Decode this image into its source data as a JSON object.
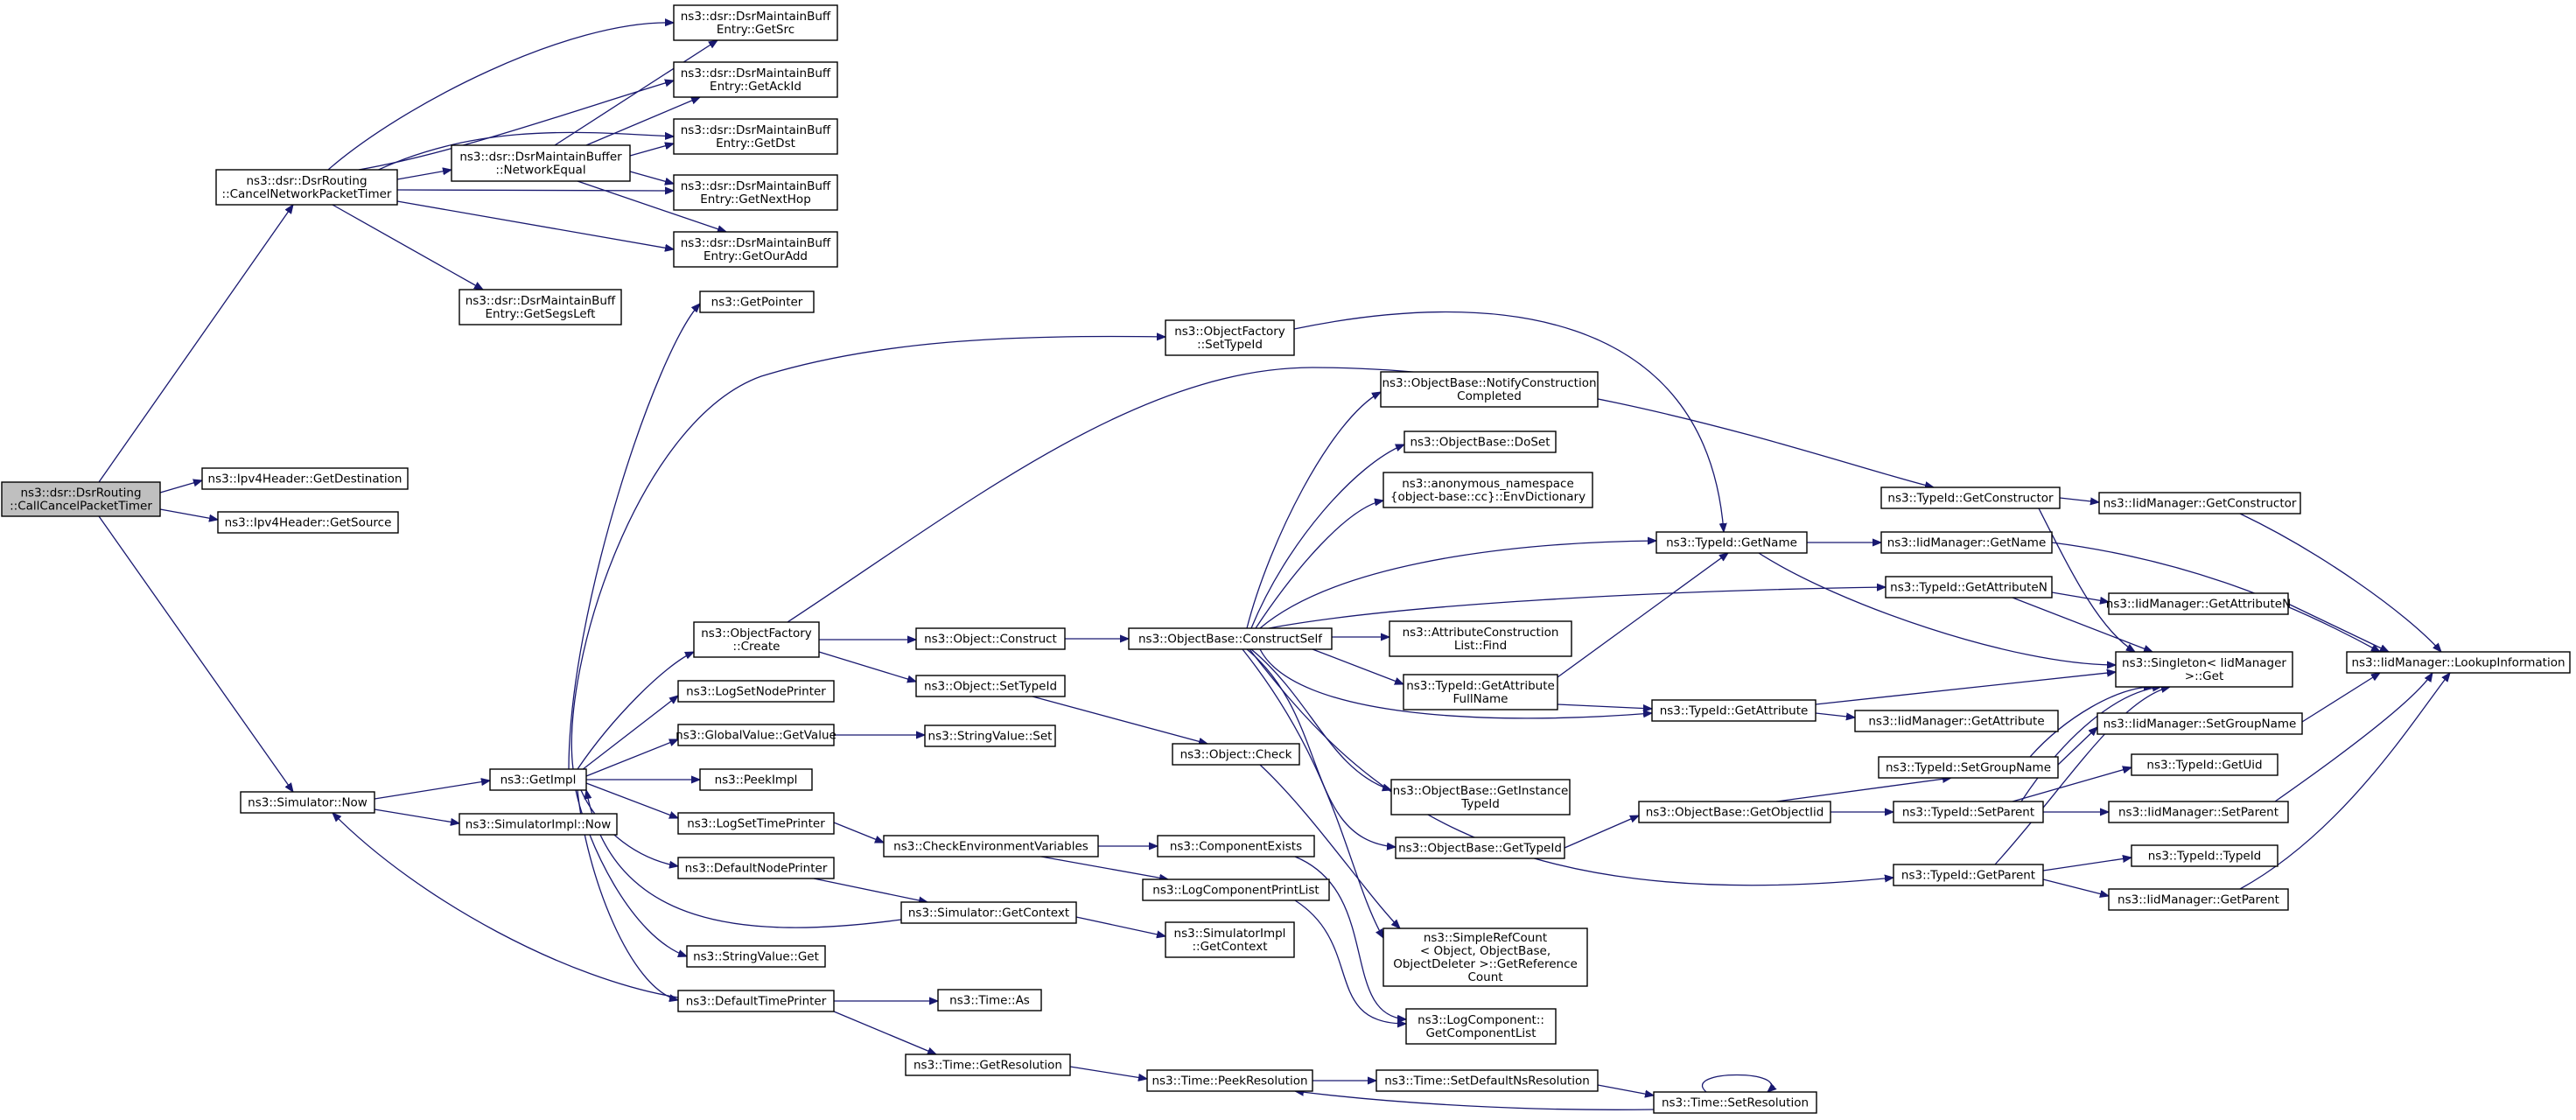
{
  "colors": {
    "edge": "#191970",
    "node_border": "#000000",
    "node_fill": "#ffffff",
    "root_fill": "#bfbfbf"
  },
  "nodes": [
    {
      "id": "root",
      "lines": [
        "ns3::dsr::DsrRouting",
        "::CallCancelPacketTimer"
      ]
    },
    {
      "id": "cancel",
      "lines": [
        "ns3::dsr::DsrRouting",
        "::CancelNetworkPacketTimer"
      ]
    },
    {
      "id": "ipv4dst",
      "lines": [
        "ns3::Ipv4Header::GetDestination"
      ]
    },
    {
      "id": "ipv4src",
      "lines": [
        "ns3::Ipv4Header::GetSource"
      ]
    },
    {
      "id": "simnow",
      "lines": [
        "ns3::Simulator::Now"
      ]
    },
    {
      "id": "netequal",
      "lines": [
        "ns3::dsr::DsrMaintainBuffer",
        "::NetworkEqual"
      ]
    },
    {
      "id": "getsrc",
      "lines": [
        "ns3::dsr::DsrMaintainBuff",
        "Entry::GetSrc"
      ]
    },
    {
      "id": "getackid",
      "lines": [
        "ns3::dsr::DsrMaintainBuff",
        "Entry::GetAckId"
      ]
    },
    {
      "id": "getdst",
      "lines": [
        "ns3::dsr::DsrMaintainBuff",
        "Entry::GetDst"
      ]
    },
    {
      "id": "getnexthop",
      "lines": [
        "ns3::dsr::DsrMaintainBuff",
        "Entry::GetNextHop"
      ]
    },
    {
      "id": "getouradd",
      "lines": [
        "ns3::dsr::DsrMaintainBuff",
        "Entry::GetOurAdd"
      ]
    },
    {
      "id": "getsegsleft",
      "lines": [
        "ns3::dsr::DsrMaintainBuff",
        "Entry::GetSegsLeft"
      ]
    },
    {
      "id": "getimpl",
      "lines": [
        "ns3::GetImpl"
      ]
    },
    {
      "id": "simimplnow",
      "lines": [
        "ns3::SimulatorImpl::Now"
      ]
    },
    {
      "id": "getpointer",
      "lines": [
        "ns3::GetPointer"
      ]
    },
    {
      "id": "ofcreate",
      "lines": [
        "ns3::ObjectFactory",
        "::Create"
      ]
    },
    {
      "id": "logsetnode",
      "lines": [
        "ns3::LogSetNodePrinter"
      ]
    },
    {
      "id": "gvgetvalue",
      "lines": [
        "ns3::GlobalValue::GetValue"
      ]
    },
    {
      "id": "peekimpl",
      "lines": [
        "ns3::PeekImpl"
      ]
    },
    {
      "id": "logsettime",
      "lines": [
        "ns3::LogSetTimePrinter"
      ]
    },
    {
      "id": "defnodeprinter",
      "lines": [
        "ns3::DefaultNodePrinter"
      ]
    },
    {
      "id": "strvalget",
      "lines": [
        "ns3::StringValue::Get"
      ]
    },
    {
      "id": "deftimeprinter",
      "lines": [
        "ns3::DefaultTimePrinter"
      ]
    },
    {
      "id": "ofsettypeid",
      "lines": [
        "ns3::ObjectFactory",
        "::SetTypeId"
      ]
    },
    {
      "id": "objconstruct",
      "lines": [
        "ns3::Object::Construct"
      ]
    },
    {
      "id": "objsettypeid",
      "lines": [
        "ns3::Object::SetTypeId"
      ]
    },
    {
      "id": "strvalset",
      "lines": [
        "ns3::StringValue::Set"
      ]
    },
    {
      "id": "checkenv",
      "lines": [
        "ns3::CheckEnvironmentVariables"
      ]
    },
    {
      "id": "simgetcontext",
      "lines": [
        "ns3::Simulator::GetContext"
      ]
    },
    {
      "id": "timeas",
      "lines": [
        "ns3::Time::As"
      ]
    },
    {
      "id": "timegetres",
      "lines": [
        "ns3::Time::GetResolution"
      ]
    },
    {
      "id": "objcheck",
      "lines": [
        "ns3::Object::Check"
      ]
    },
    {
      "id": "compexists",
      "lines": [
        "ns3::ComponentExists"
      ]
    },
    {
      "id": "logcompprint",
      "lines": [
        "ns3::LogComponentPrintList"
      ]
    },
    {
      "id": "simimplgetctx",
      "lines": [
        "ns3::SimulatorImpl",
        "::GetContext"
      ]
    },
    {
      "id": "timepeekres",
      "lines": [
        "ns3::Time::PeekResolution"
      ]
    },
    {
      "id": "obconstructself",
      "lines": [
        "ns3::ObjectBase::ConstructSelf"
      ]
    },
    {
      "id": "obnotify",
      "lines": [
        "ns3::ObjectBase::NotifyConstruction",
        "Completed"
      ]
    },
    {
      "id": "obdoset",
      "lines": [
        "ns3::ObjectBase::DoSet"
      ]
    },
    {
      "id": "envdict",
      "lines": [
        "ns3::anonymous_namespace",
        "{object-base::cc}::EnvDictionary"
      ]
    },
    {
      "id": "acfind",
      "lines": [
        "ns3::AttributeConstruction",
        "List::Find"
      ]
    },
    {
      "id": "tidgetattrfull",
      "lines": [
        "ns3::TypeId::GetAttribute",
        "FullName"
      ]
    },
    {
      "id": "obgetinst",
      "lines": [
        "ns3::ObjectBase::GetInstance",
        "TypeId"
      ]
    },
    {
      "id": "obgettypeid",
      "lines": [
        "ns3::ObjectBase::GetTypeId"
      ]
    },
    {
      "id": "simplerefcount",
      "lines": [
        "ns3::SimpleRefCount",
        "< Object, ObjectBase,",
        "ObjectDeleter >::GetReference",
        "Count"
      ]
    },
    {
      "id": "logcompgetlist",
      "lines": [
        "ns3::LogComponent::",
        "GetComponentList"
      ]
    },
    {
      "id": "timesetdefns",
      "lines": [
        "ns3::Time::SetDefaultNsResolution"
      ]
    },
    {
      "id": "tidgetname",
      "lines": [
        "ns3::TypeId::GetName"
      ]
    },
    {
      "id": "tidgetattr",
      "lines": [
        "ns3::TypeId::GetAttribute"
      ]
    },
    {
      "id": "obgetobjtid",
      "lines": [
        "ns3::ObjectBase::GetObjectIid"
      ]
    },
    {
      "id": "timesetres",
      "lines": [
        "ns3::Time::SetResolution"
      ]
    },
    {
      "id": "tidgetctor",
      "lines": [
        "ns3::TypeId::GetConstructor"
      ]
    },
    {
      "id": "tidgetattrn",
      "lines": [
        "ns3::TypeId::GetAttributeN"
      ]
    },
    {
      "id": "tidsetgroup",
      "lines": [
        "ns3::TypeId::SetGroupName"
      ]
    },
    {
      "id": "tidsetparent",
      "lines": [
        "ns3::TypeId::SetParent"
      ]
    },
    {
      "id": "tidgetparent",
      "lines": [
        "ns3::TypeId::GetParent"
      ]
    },
    {
      "id": "imgetname",
      "lines": [
        "ns3::IidManager::GetName"
      ]
    },
    {
      "id": "imgetattr",
      "lines": [
        "ns3::IidManager::GetAttribute"
      ]
    },
    {
      "id": "imgetctor",
      "lines": [
        "ns3::IidManager::GetConstructor"
      ]
    },
    {
      "id": "imgetattrn",
      "lines": [
        "ns3::IidManager::GetAttributeN"
      ]
    },
    {
      "id": "singletonget",
      "lines": [
        "ns3::Singleton< IidManager",
        ">::Get"
      ]
    },
    {
      "id": "imsetgroup",
      "lines": [
        "ns3::IidManager::SetGroupName"
      ]
    },
    {
      "id": "tidgetuid",
      "lines": [
        "ns3::TypeId::GetUid"
      ]
    },
    {
      "id": "imsetparent",
      "lines": [
        "ns3::IidManager::SetParent"
      ]
    },
    {
      "id": "tidtypeid",
      "lines": [
        "ns3::TypeId::TypeId"
      ]
    },
    {
      "id": "imgetparent",
      "lines": [
        "ns3::IidManager::GetParent"
      ]
    },
    {
      "id": "imlookup",
      "lines": [
        "ns3::IidManager::LookupInformation"
      ]
    }
  ]
}
